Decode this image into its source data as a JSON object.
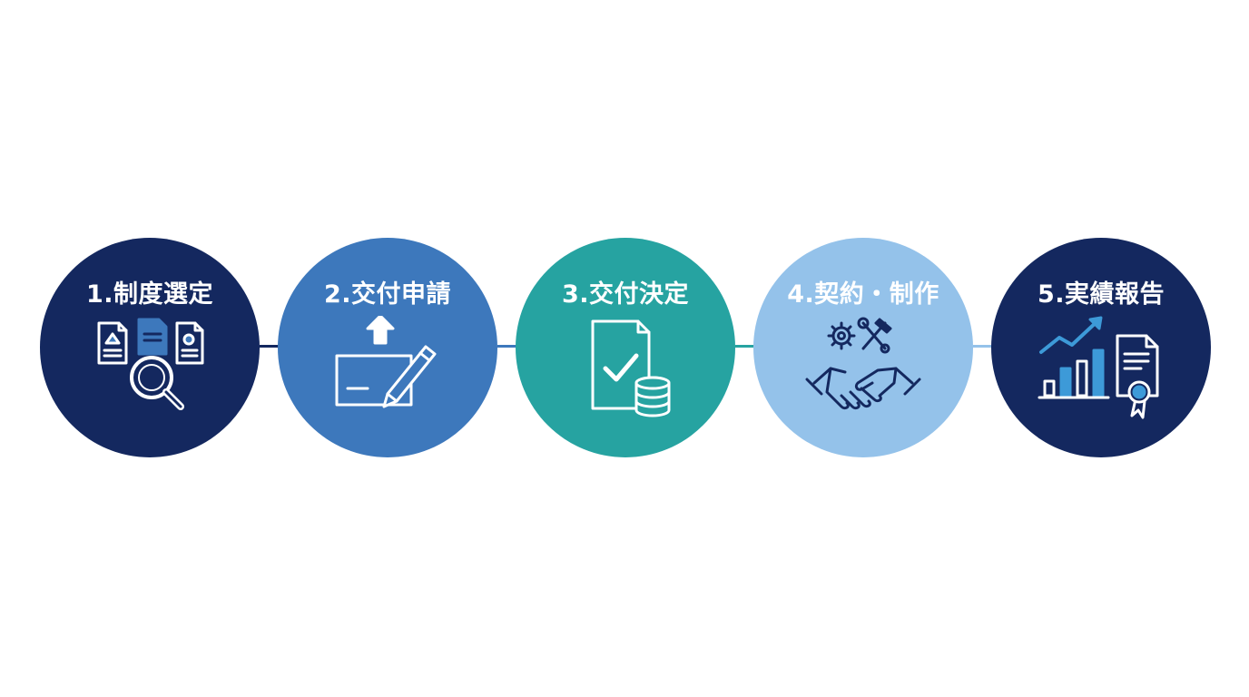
{
  "colors": {
    "step1": "#14285f",
    "step2": "#3d78bc",
    "step3": "#26a3a1",
    "step4": "#94c2ea",
    "step5": "#14285f",
    "stroke": "#ffffff"
  },
  "steps": [
    {
      "label": "1.制度選定",
      "icon": "document-search-icon"
    },
    {
      "label": "2.交付申請",
      "icon": "upload-form-pen-icon"
    },
    {
      "label": "3.交付決定",
      "icon": "approved-document-coins-icon"
    },
    {
      "label": "4.契約・制作",
      "icon": "gear-tools-handshake-icon"
    },
    {
      "label": "5.実績報告",
      "icon": "growth-chart-certificate-icon"
    }
  ]
}
